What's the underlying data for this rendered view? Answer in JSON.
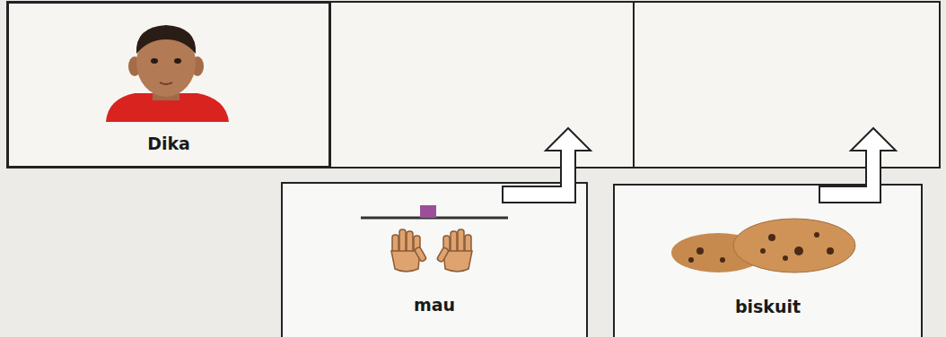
{
  "diagram": {
    "nodes": [
      {
        "text": [
          "Dika"
        ]
      },
      {
        "text": [
          "mau"
        ]
      },
      {
        "text": [
          "biskuit"
        ]
      }
    ]
  }
}
